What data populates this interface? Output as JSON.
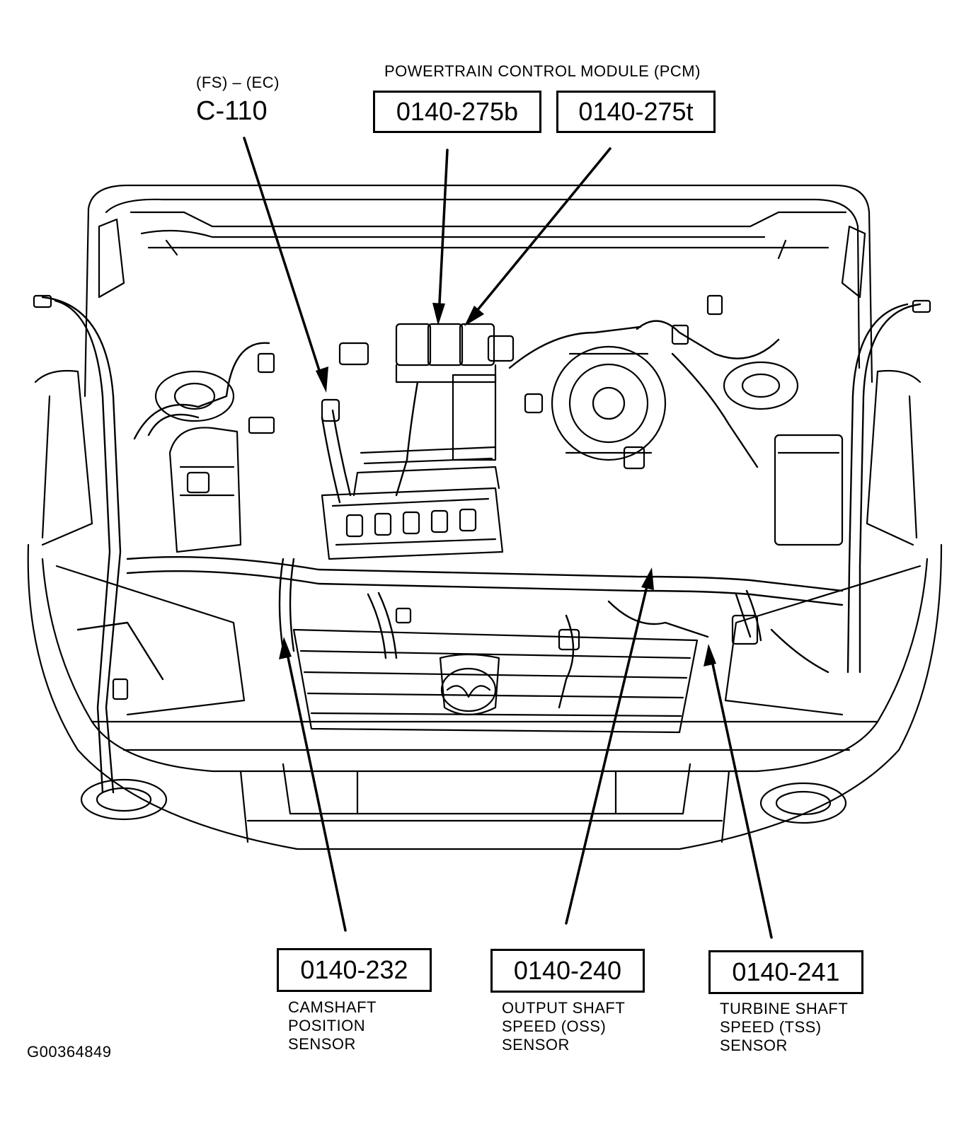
{
  "pcm_title": "POWERTRAIN CONTROL MODULE (PCM)",
  "c110": {
    "sub": "(FS) – (EC)",
    "label": "C-110"
  },
  "callouts": {
    "pcm_b": "0140-275b",
    "pcm_t": "0140-275t",
    "cmp": "0140-232",
    "oss": "0140-240",
    "tss": "0140-241"
  },
  "descriptions": {
    "cmp": [
      "CAMSHAFT",
      "POSITION",
      "SENSOR"
    ],
    "oss": [
      "OUTPUT SHAFT",
      "SPEED (OSS)",
      "SENSOR"
    ],
    "tss": [
      "TURBINE SHAFT",
      "SPEED (TSS)",
      "SENSOR"
    ]
  },
  "figure_id": "G00364849"
}
